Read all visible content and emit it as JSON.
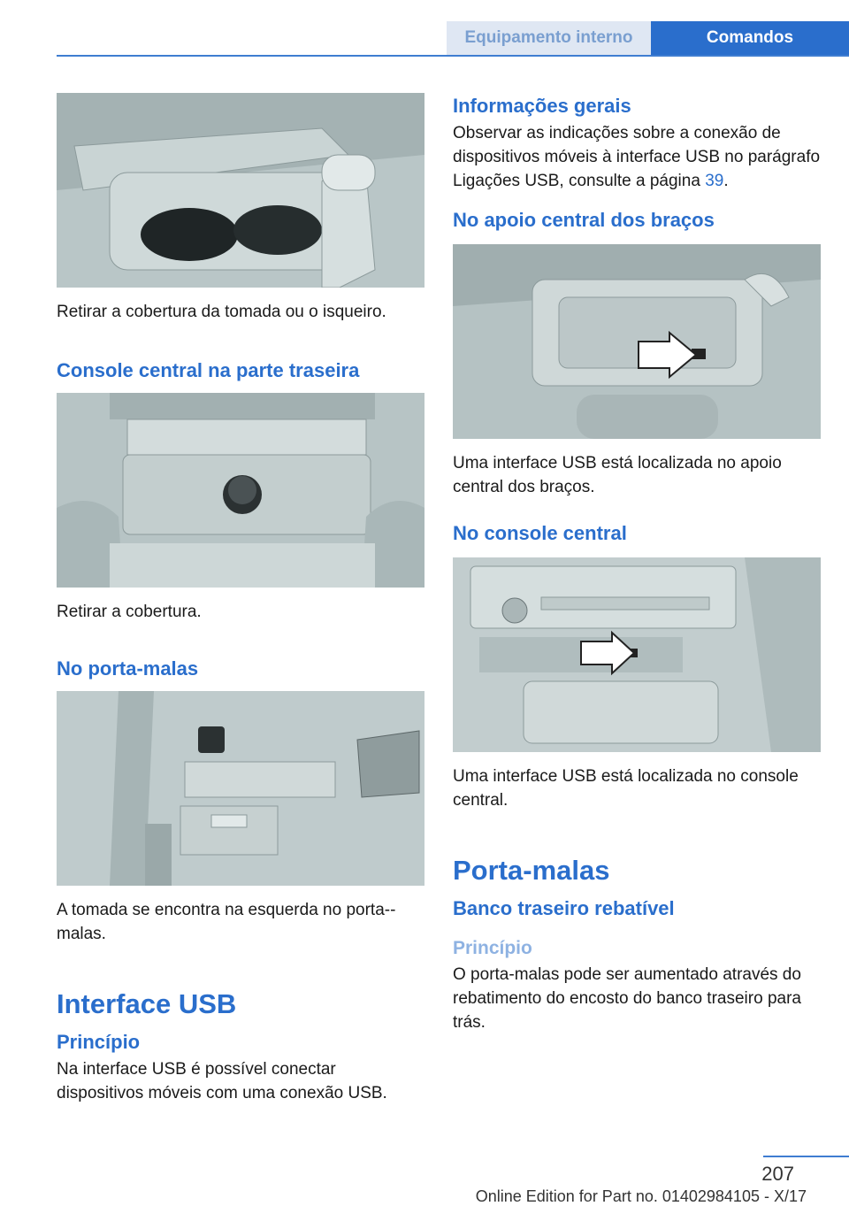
{
  "header": {
    "section": "Equipamento interno",
    "chapter": "Comandos"
  },
  "left": {
    "caption1": "Retirar a cobertura da tomada ou o isqueiro.",
    "heading_rear": "Console central na parte traseira",
    "caption2": "Retirar a cobertura.",
    "heading_trunk": "No porta-malas",
    "caption3": "A tomada se encontra na esquerda no porta--malas.",
    "heading_usb": "Interface USB",
    "heading_principle": "Princípio",
    "text_principle": "Na interface USB é possível conectar dispositivos móveis com uma conexão USB."
  },
  "right": {
    "heading_general": "Informações gerais",
    "text_general_pre": "Observar as indicações sobre a conexão de dispositivos móveis à interface USB no parágrafo Ligações USB, consulte a página ",
    "text_general_link": "39",
    "text_general_post": ".",
    "heading_armrest": "No apoio central dos braços",
    "caption_armrest": "Uma interface USB está localizada no apoio central dos braços.",
    "heading_console": "No console central",
    "caption_console": "Uma interface USB está localizada no console central.",
    "heading_trunk": "Porta-malas",
    "heading_seat": "Banco traseiro rebatível",
    "heading_principle": "Princípio",
    "text_principle": "O porta-malas pode ser aumentado através do rebatimento do encosto do banco traseiro para trás."
  },
  "footer": {
    "page_number": "207",
    "edition": "Online Edition for Part no. 01402984105 - X/17"
  }
}
